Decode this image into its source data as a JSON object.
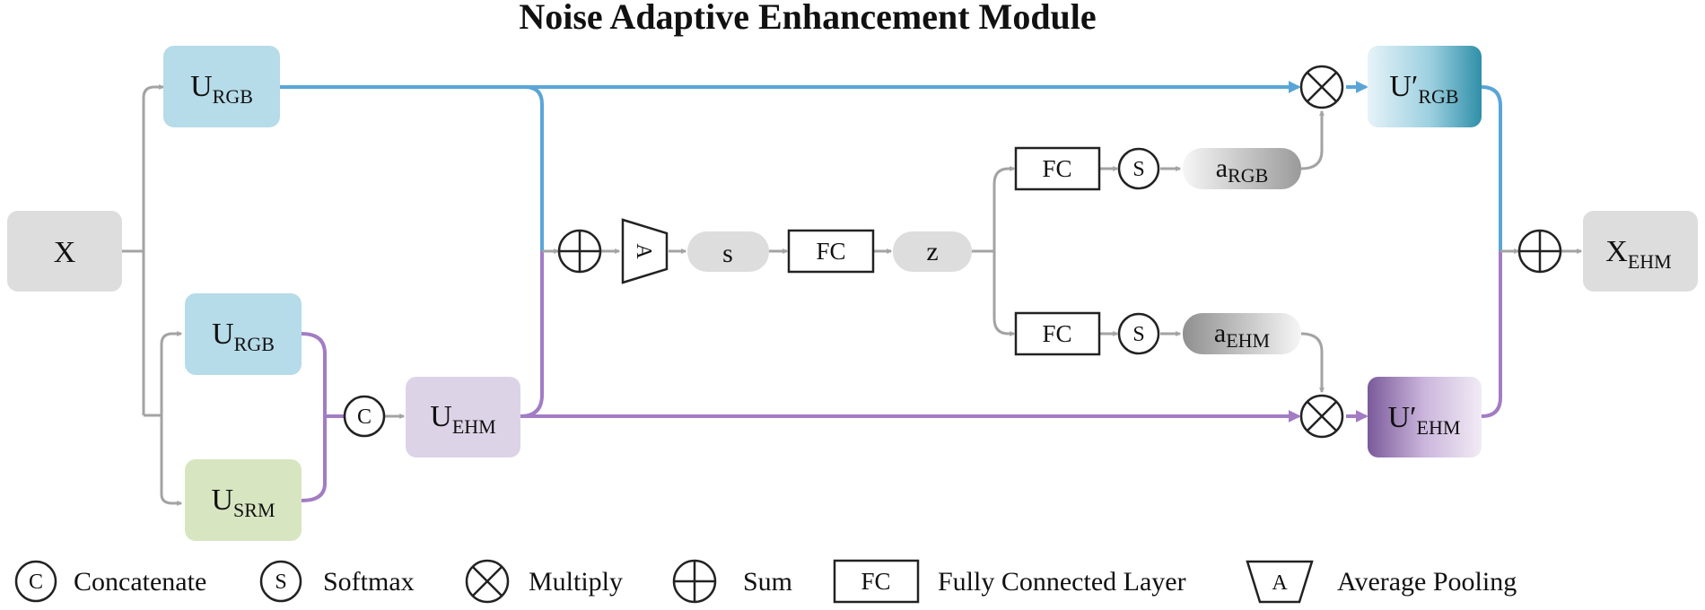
{
  "title": "Noise Adaptive Enhancement Module",
  "nodes": {
    "x": {
      "main": "X",
      "sub": ""
    },
    "u_rgb_top": {
      "main": "U",
      "sub": "RGB"
    },
    "u_rgb_lower": {
      "main": "U",
      "sub": "RGB"
    },
    "u_srm": {
      "main": "U",
      "sub": "SRM"
    },
    "u_ehm": {
      "main": "U",
      "sub": "EHM"
    },
    "s": {
      "main": "s",
      "sub": ""
    },
    "z": {
      "main": "z",
      "sub": ""
    },
    "a_rgb": {
      "main": "a",
      "sub": "RGB"
    },
    "a_ehm": {
      "main": "a",
      "sub": "EHM"
    },
    "u_rgb_prime": {
      "main": "U′",
      "sub": "RGB"
    },
    "u_ehm_prime": {
      "main": "U′",
      "sub": "EHM"
    },
    "x_ehm": {
      "main": "X",
      "sub": "EHM"
    }
  },
  "operators": {
    "concat_letter": "C",
    "softmax_letter": "S",
    "pool_letter": "A",
    "fc_label": "FC"
  },
  "legend": [
    {
      "icon": "concatenate-icon",
      "label": "Concatenate"
    },
    {
      "icon": "softmax-icon",
      "label": "Softmax"
    },
    {
      "icon": "multiply-icon",
      "label": "Multiply"
    },
    {
      "icon": "sum-icon",
      "label": "Sum"
    },
    {
      "icon": "fully-connected-icon",
      "label": "Fully Connected Layer"
    },
    {
      "icon": "average-pooling-icon",
      "label": "Average Pooling"
    }
  ],
  "colors": {
    "rgb_branch": "#5aa5d6",
    "ehm_branch": "#a27cc4",
    "neutral_line": "#a3a3a3",
    "rgb_fill": "#b6dbe9",
    "srm_fill": "#d7e5c1",
    "ehm_fill": "#ddd3e6",
    "neutral_fill": "#dddddd"
  }
}
